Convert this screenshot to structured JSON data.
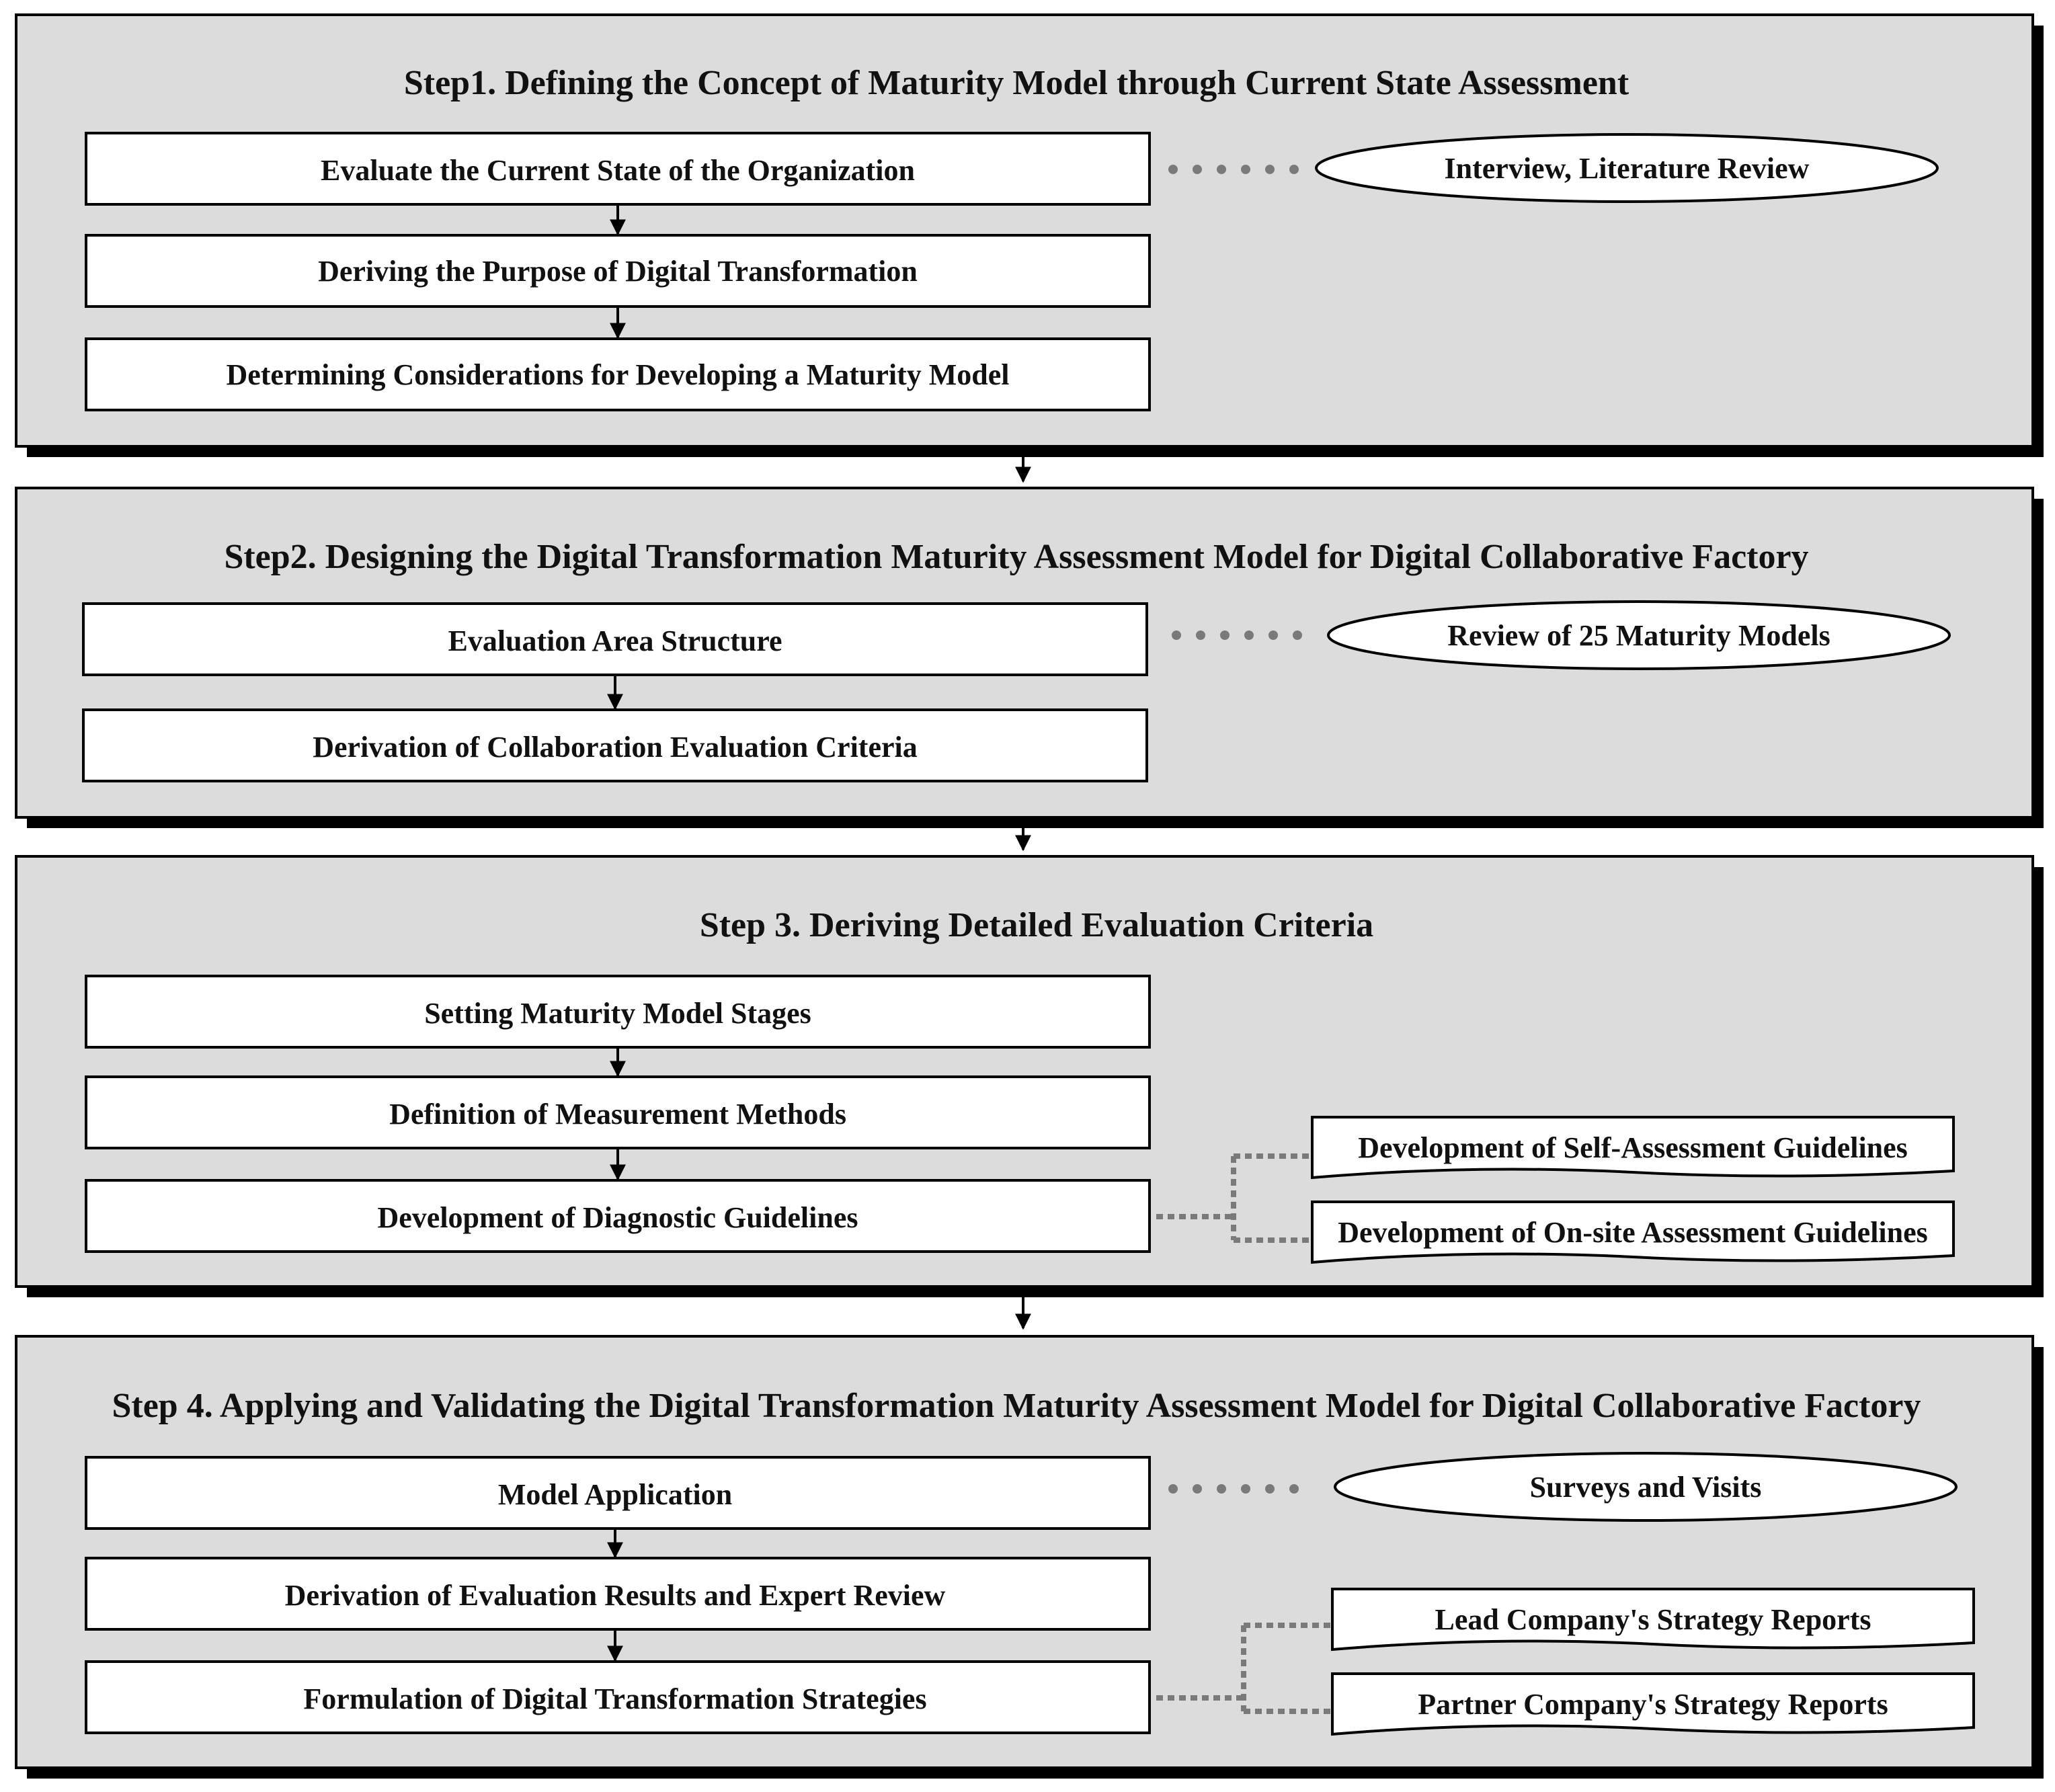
{
  "colors": {
    "panel_fill": "#dcdcdc",
    "box_fill": "#ffffff",
    "stroke": "#000000",
    "dotted": "#7a7a7a"
  },
  "steps": [
    {
      "title": "Step1. Defining the Concept of Maturity Model through Current State Assessment",
      "boxes": [
        "Evaluate the Current State of the Organization",
        "Deriving the Purpose of Digital Transformation",
        "Determining Considerations for Developing a Maturity Model"
      ],
      "side": {
        "shape": "ellipse",
        "labels": [
          "Interview, Literature Review"
        ]
      }
    },
    {
      "title": "Step2. Designing the Digital Transformation Maturity Assessment Model for Digital Collaborative Factory",
      "boxes": [
        "Evaluation Area Structure",
        "Derivation of Collaboration Evaluation Criteria"
      ],
      "side": {
        "shape": "ellipse",
        "labels": [
          "Review of 25 Maturity Models"
        ]
      }
    },
    {
      "title": "Step 3. Deriving Detailed Evaluation Criteria",
      "boxes": [
        "Setting Maturity Model Stages",
        "Definition of Measurement Methods",
        "Development of Diagnostic Guidelines"
      ],
      "side": {
        "shape": "document",
        "labels": [
          "Development of Self-Assessment Guidelines",
          "Development of On-site Assessment Guidelines"
        ]
      }
    },
    {
      "title": "Step 4. Applying and Validating the Digital Transformation Maturity Assessment Model for Digital Collaborative Factory",
      "boxes": [
        "Model Application",
        "Derivation of Evaluation Results and Expert Review",
        "Formulation of Digital Transformation Strategies"
      ],
      "side": {
        "shape": "ellipse+document",
        "labels": [
          "Surveys and Visits",
          "Lead Company's Strategy Reports",
          "Partner Company's Strategy Reports"
        ]
      }
    }
  ]
}
